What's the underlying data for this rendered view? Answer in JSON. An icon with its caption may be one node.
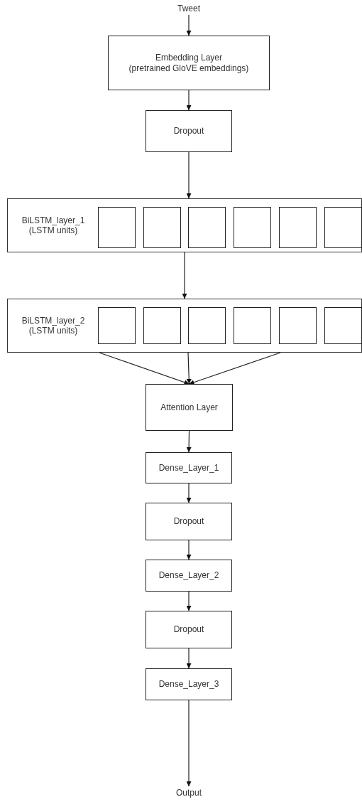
{
  "diagram": {
    "nodes": [
      {
        "text": [
          "Tweet"
        ]
      },
      {
        "text": [
          "Embedding Layer",
          "(pretrained GloVE embeddings)"
        ]
      },
      {
        "text": [
          "Dropout"
        ]
      },
      {
        "text": [
          "BiLSTM_layer_1",
          "(LSTM units)"
        ]
      },
      {
        "text": [],
        "shape": "box",
        "in": 3
      },
      {
        "text": [],
        "shape": "box",
        "in": 3
      },
      {
        "text": [],
        "shape": "box",
        "in": 3
      },
      {
        "text": [],
        "shape": "box",
        "in": 3
      },
      {
        "text": [],
        "shape": "box",
        "in": 3
      },
      {
        "text": [],
        "shape": "box",
        "in": 3
      },
      {
        "text": [
          "BiLSTM_layer_2",
          "(LSTM units)"
        ]
      },
      {
        "text": [],
        "shape": "box",
        "in": 10
      },
      {
        "text": [],
        "shape": "box",
        "in": 10
      },
      {
        "text": [],
        "shape": "box",
        "in": 10
      },
      {
        "text": [],
        "shape": "box",
        "in": 10
      },
      {
        "text": [],
        "shape": "box",
        "in": 10
      },
      {
        "text": [],
        "shape": "box",
        "in": 10
      },
      {
        "text": [
          "Attention Layer"
        ]
      },
      {
        "text": [
          "Dense_Layer_1"
        ]
      },
      {
        "text": [
          "Dropout"
        ]
      },
      {
        "text": [
          "Dense_Layer_2"
        ]
      },
      {
        "text": [
          "Dropout"
        ]
      },
      {
        "text": [
          "Dense_Layer_3"
        ]
      },
      {
        "text": [
          "Output"
        ]
      }
    ],
    "edges": [
      {
        "from": 0,
        "to": 1,
        "arrow": "to"
      },
      {
        "from": 1,
        "to": 2,
        "arrow": "to"
      },
      {
        "from": 2,
        "to": 3,
        "arrow": "to"
      },
      {
        "from": 3,
        "to": 10,
        "arrow": "to"
      },
      {
        "from": 10,
        "to": 17,
        "arrow": "to"
      },
      {
        "from": 10,
        "to": 17,
        "arrow": "to"
      },
      {
        "from": 10,
        "to": 17,
        "arrow": "to"
      },
      {
        "from": 17,
        "to": 18,
        "arrow": "to"
      },
      {
        "from": 18,
        "to": 19,
        "arrow": "to"
      },
      {
        "from": 19,
        "to": 20,
        "arrow": "to"
      },
      {
        "from": 20,
        "to": 21,
        "arrow": "to"
      },
      {
        "from": 21,
        "to": 22,
        "arrow": "to"
      },
      {
        "from": 22,
        "to": 23,
        "arrow": "to"
      }
    ]
  }
}
